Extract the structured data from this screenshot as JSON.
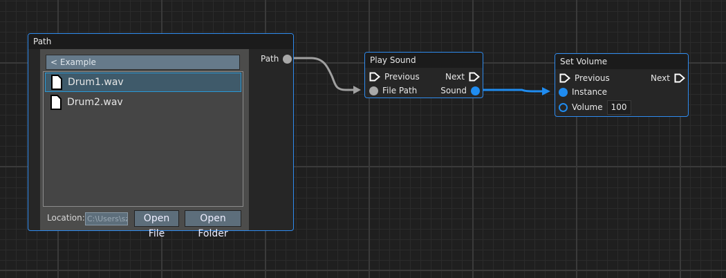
{
  "path_node": {
    "title": "Path",
    "header": "< Example",
    "files": [
      {
        "name": "Drum1.wav",
        "selected": true
      },
      {
        "name": "Drum2.wav",
        "selected": false
      }
    ],
    "location_label": "Location:",
    "location_value": "C:\\Users\\sz",
    "open_file": "Open File",
    "open_folder": "Open Folder",
    "output_port": "Path"
  },
  "play_sound": {
    "title": "Play Sound",
    "previous": "Previous",
    "next": "Next",
    "file_path": "File Path",
    "sound": "Sound"
  },
  "set_volume": {
    "title": "Set Volume",
    "previous": "Previous",
    "next": "Next",
    "instance": "Instance",
    "volume": "Volume",
    "volume_value": "100"
  },
  "colors": {
    "accent": "#2f8cf0",
    "wire_gray": "#a0a0a0",
    "wire_blue": "#1f8cf0"
  }
}
